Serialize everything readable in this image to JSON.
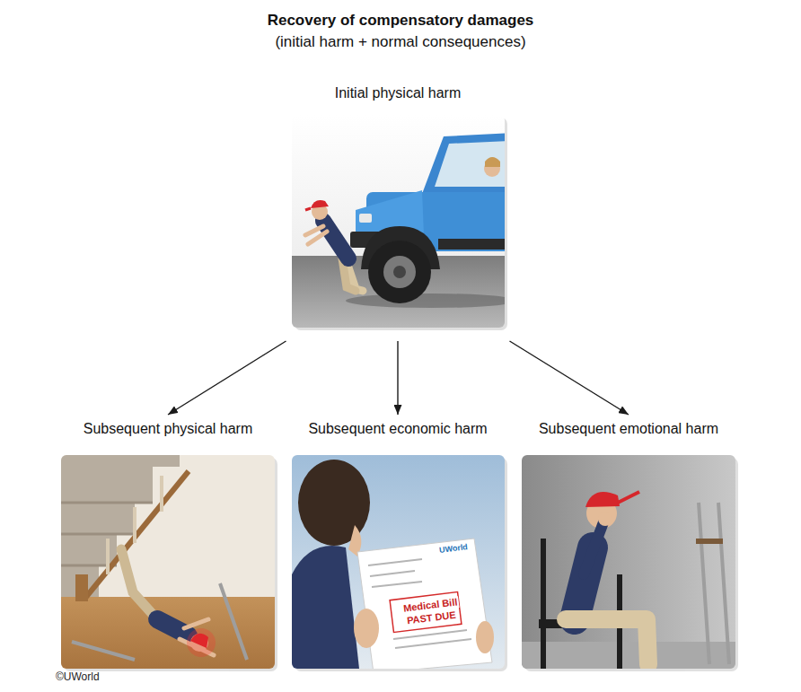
{
  "diagram": {
    "title": "Recovery of compensatory damages",
    "nodes": [
      {
        "text": [
          "Initial physical harm"
        ]
      },
      {
        "text": [
          "Subsequent physical harm"
        ]
      },
      {
        "text": [
          "Subsequent economic harm"
        ]
      },
      {
        "text": [
          "Subsequent emotional harm"
        ]
      }
    ],
    "edges": [
      {
        "from": 0,
        "to": 1,
        "arrow": "to"
      },
      {
        "from": 0,
        "to": 2,
        "arrow": "to"
      },
      {
        "from": 0,
        "to": 3,
        "arrow": "to"
      }
    ],
    "labels": [
      "(initial harm + normal consequences)",
      "UWorld",
      "Medical Bill",
      "PAST DUE",
      "©UWorld"
    ]
  }
}
